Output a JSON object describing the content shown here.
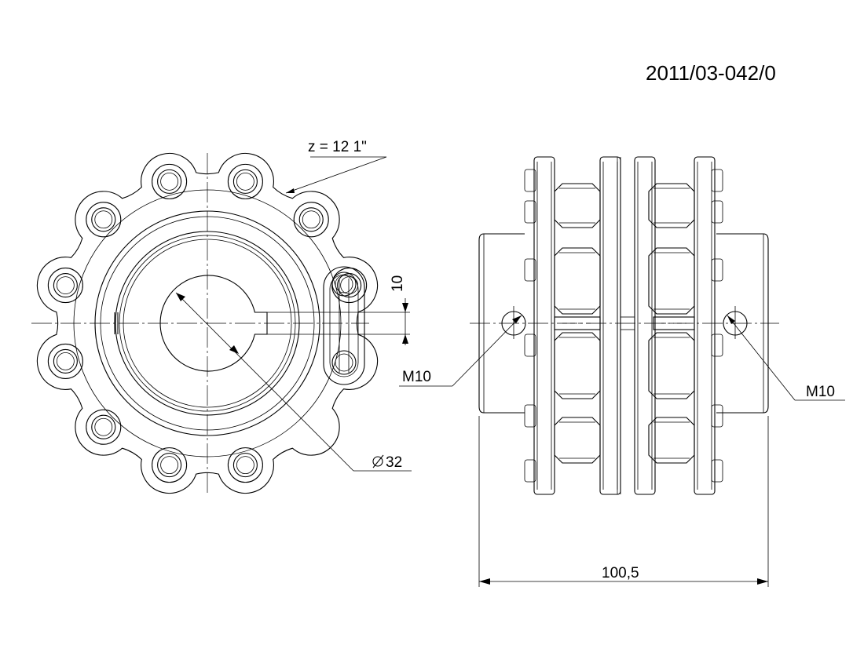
{
  "drawing_number": "2011/03-042/0",
  "annotations": {
    "teeth_label": "z = 12  1\"",
    "keyway_dim": "10",
    "bore_dim": "32",
    "thread_left": "M10",
    "thread_right": "M10",
    "length_dim": "100,5"
  }
}
